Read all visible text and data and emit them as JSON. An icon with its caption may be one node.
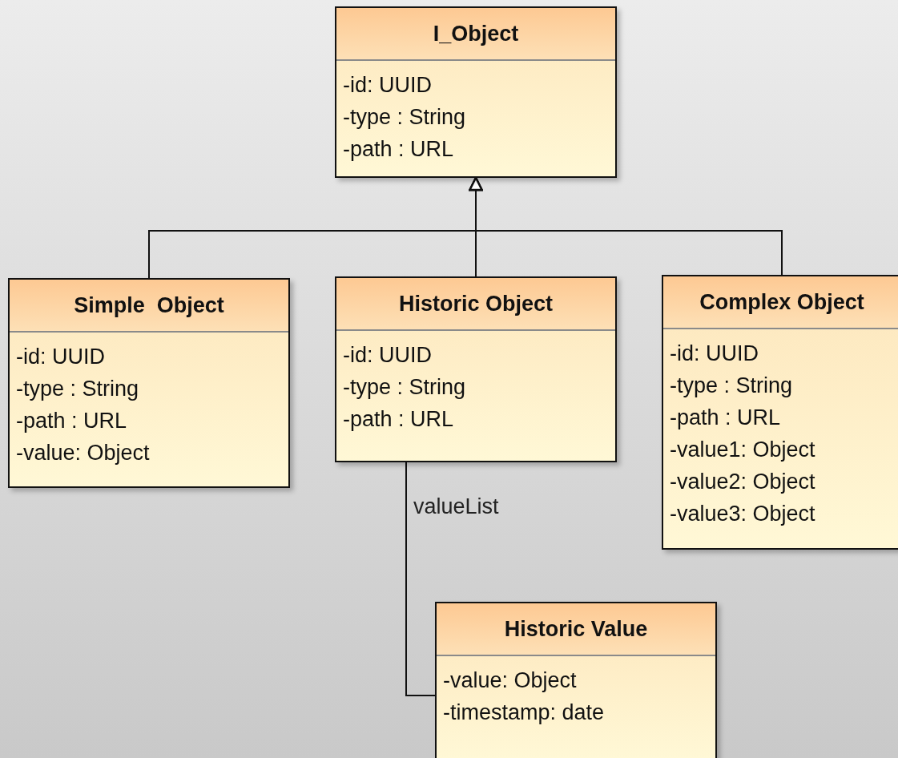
{
  "diagram": {
    "nodes": [
      {
        "text": [
          "I_Object",
          "-id: UUID",
          "-type : String",
          "-path : URL"
        ]
      },
      {
        "text": [
          "Simple  Object",
          "-id: UUID",
          "-type : String",
          "-path : URL",
          "-value: Object"
        ]
      },
      {
        "text": [
          "Historic Object",
          "-id: UUID",
          "-type : String",
          "-path : URL"
        ]
      },
      {
        "text": [
          "Complex Object",
          "-id: UUID",
          "-type : String",
          "-path : URL",
          "-value1: Object",
          "-value2: Object",
          "-value3: Object"
        ]
      },
      {
        "text": [
          "Historic Value",
          "-value: Object",
          "-timestamp: date"
        ]
      }
    ],
    "edges": [
      {
        "from": 1,
        "to": 0,
        "arrow": "to"
      },
      {
        "from": 2,
        "to": 0,
        "arrow": "to"
      },
      {
        "from": 3,
        "to": 0,
        "arrow": "to"
      },
      {
        "from": 2,
        "to": 4,
        "arrow": "none",
        "label": "valueList"
      }
    ]
  }
}
